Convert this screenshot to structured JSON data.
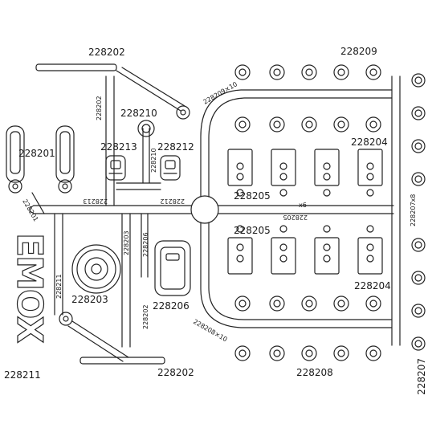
{
  "brand": "EMOX",
  "callouts": {
    "top_arm": "228202",
    "bottom_arm": "228202",
    "top_right_washers": "228209",
    "bottom_right_washers": "228208",
    "left_links": "228201",
    "ball_stud": "228210",
    "cup_left": "228213",
    "cup_right": "228212",
    "mount_top_right": "228204",
    "mount_bottom_right": "228204",
    "mount_block_upper": "228205",
    "mount_block_lower": "228205",
    "gear": "228203",
    "cover": "228206",
    "lower_left": "228211",
    "right_column": "228207"
  },
  "stamps": {
    "s_228202": "228202",
    "s_228210": "228210",
    "s_228213": "228213",
    "s_228212": "228212",
    "s_228209x10": "228209×10",
    "s_x6": "x6",
    "s_228205": "228205",
    "s_228207x8": "228207x8",
    "s_228201": "228201",
    "s_228203": "228203",
    "s_228206": "228206",
    "s_228211": "228211",
    "s_228202b": "228202",
    "s_228208x10": "228208×10"
  }
}
